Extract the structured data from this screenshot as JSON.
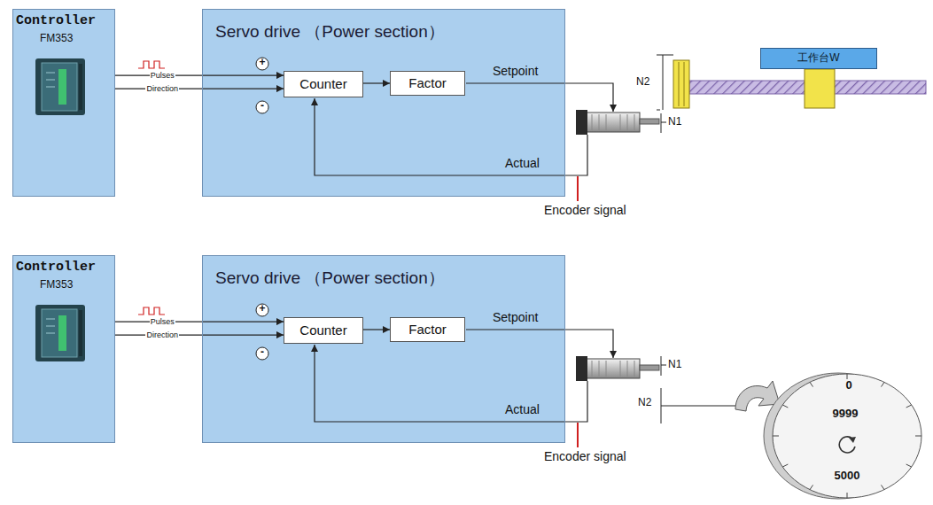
{
  "diagram": {
    "nodes": [
      {
        "text": [
          "Controller",
          "FM353"
        ]
      },
      {
        "text": [
          "Servo drive （Power section）"
        ]
      },
      {
        "text": [
          "Counter"
        ],
        "in": 1
      },
      {
        "text": [
          "Factor"
        ],
        "in": 1
      },
      {
        "text": [
          "工作台W"
        ]
      },
      {
        "text": [
          "Controller",
          "FM353"
        ]
      },
      {
        "text": [
          "Servo drive （Power section）"
        ]
      },
      {
        "text": [
          "Counter"
        ],
        "in": 6
      },
      {
        "text": [
          "Factor"
        ],
        "in": 6
      },
      {
        "text": [
          "0",
          "9999",
          "5000"
        ]
      }
    ],
    "edges": [
      {
        "from": 0,
        "to": 2,
        "arrow": "to",
        "label": "Pulses"
      },
      {
        "from": 0,
        "to": 2,
        "arrow": "to",
        "label": "Direction"
      },
      {
        "from": 2,
        "to": 3,
        "arrow": "to"
      },
      {
        "from": 5,
        "to": 7,
        "arrow": "to",
        "label": "Pulses"
      },
      {
        "from": 5,
        "to": 7,
        "arrow": "to",
        "label": "Direction"
      },
      {
        "from": 7,
        "to": 8,
        "arrow": "to"
      }
    ],
    "labels": [
      "+",
      "-",
      "Setpoint",
      "Actual",
      "Encoder signal",
      "N2",
      "N1",
      "+",
      "-",
      "Setpoint",
      "Actual",
      "Encoder signal",
      "N1",
      "N2"
    ]
  }
}
